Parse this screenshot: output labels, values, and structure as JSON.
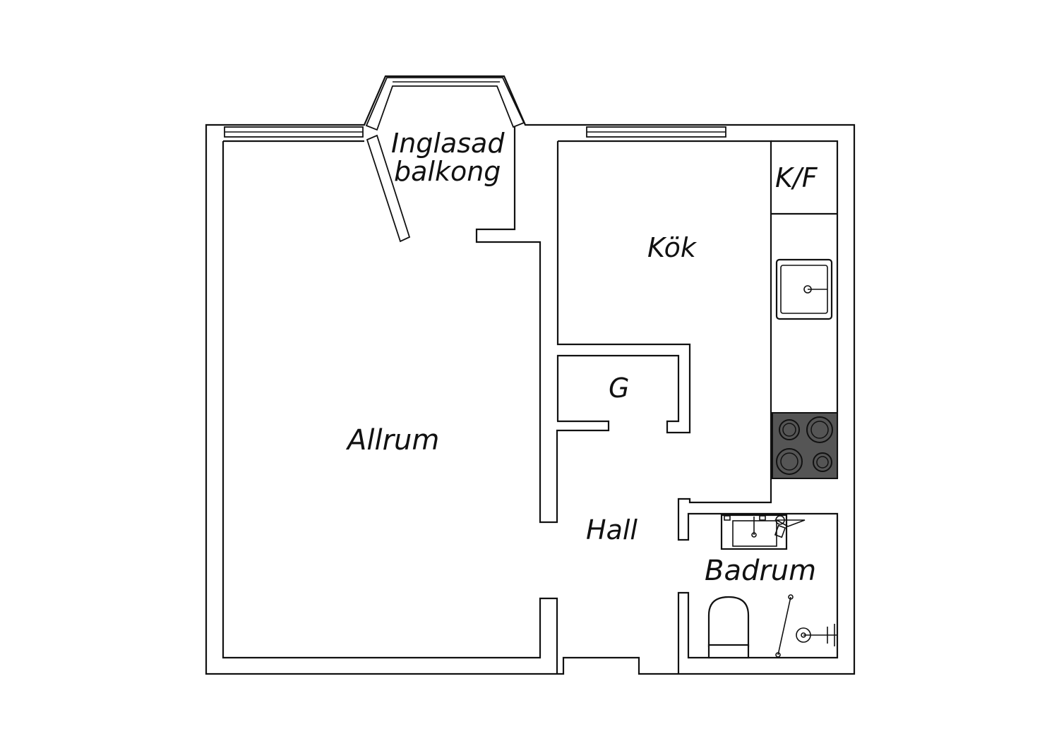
{
  "rooms": {
    "allrum": "Allrum",
    "balcony_line1": "Inglasad",
    "balcony_line2": "balkong",
    "kitchen": "Kök",
    "fridge": "K/F",
    "closet": "G",
    "hall": "Hall",
    "bathroom": "Badrum"
  },
  "colors": {
    "wall_stroke": "#111111",
    "background": "#ffffff",
    "stove": "#555555"
  }
}
